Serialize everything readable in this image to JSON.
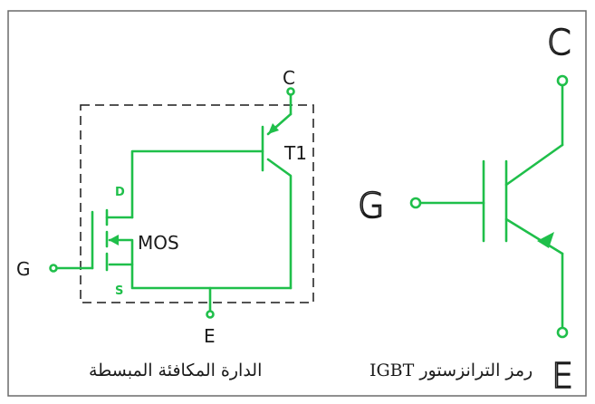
{
  "colors": {
    "wire": "#1fbf4a",
    "frame": "#555555",
    "dash": "#1a1a1a",
    "text": "#1a1a1a"
  },
  "left_circuit": {
    "collector_label": "C",
    "emitter_label": "E",
    "gate_label": "G",
    "transistor_label": "T1",
    "mos_label": "MOS",
    "drain_label": "D",
    "source_label": "S",
    "caption": "الدارة المكافئة المبسطة"
  },
  "igbt_symbol": {
    "collector_label": "C",
    "gate_label": "G",
    "emitter_label": "E",
    "caption": "رمز الترانزستور IGBT"
  }
}
